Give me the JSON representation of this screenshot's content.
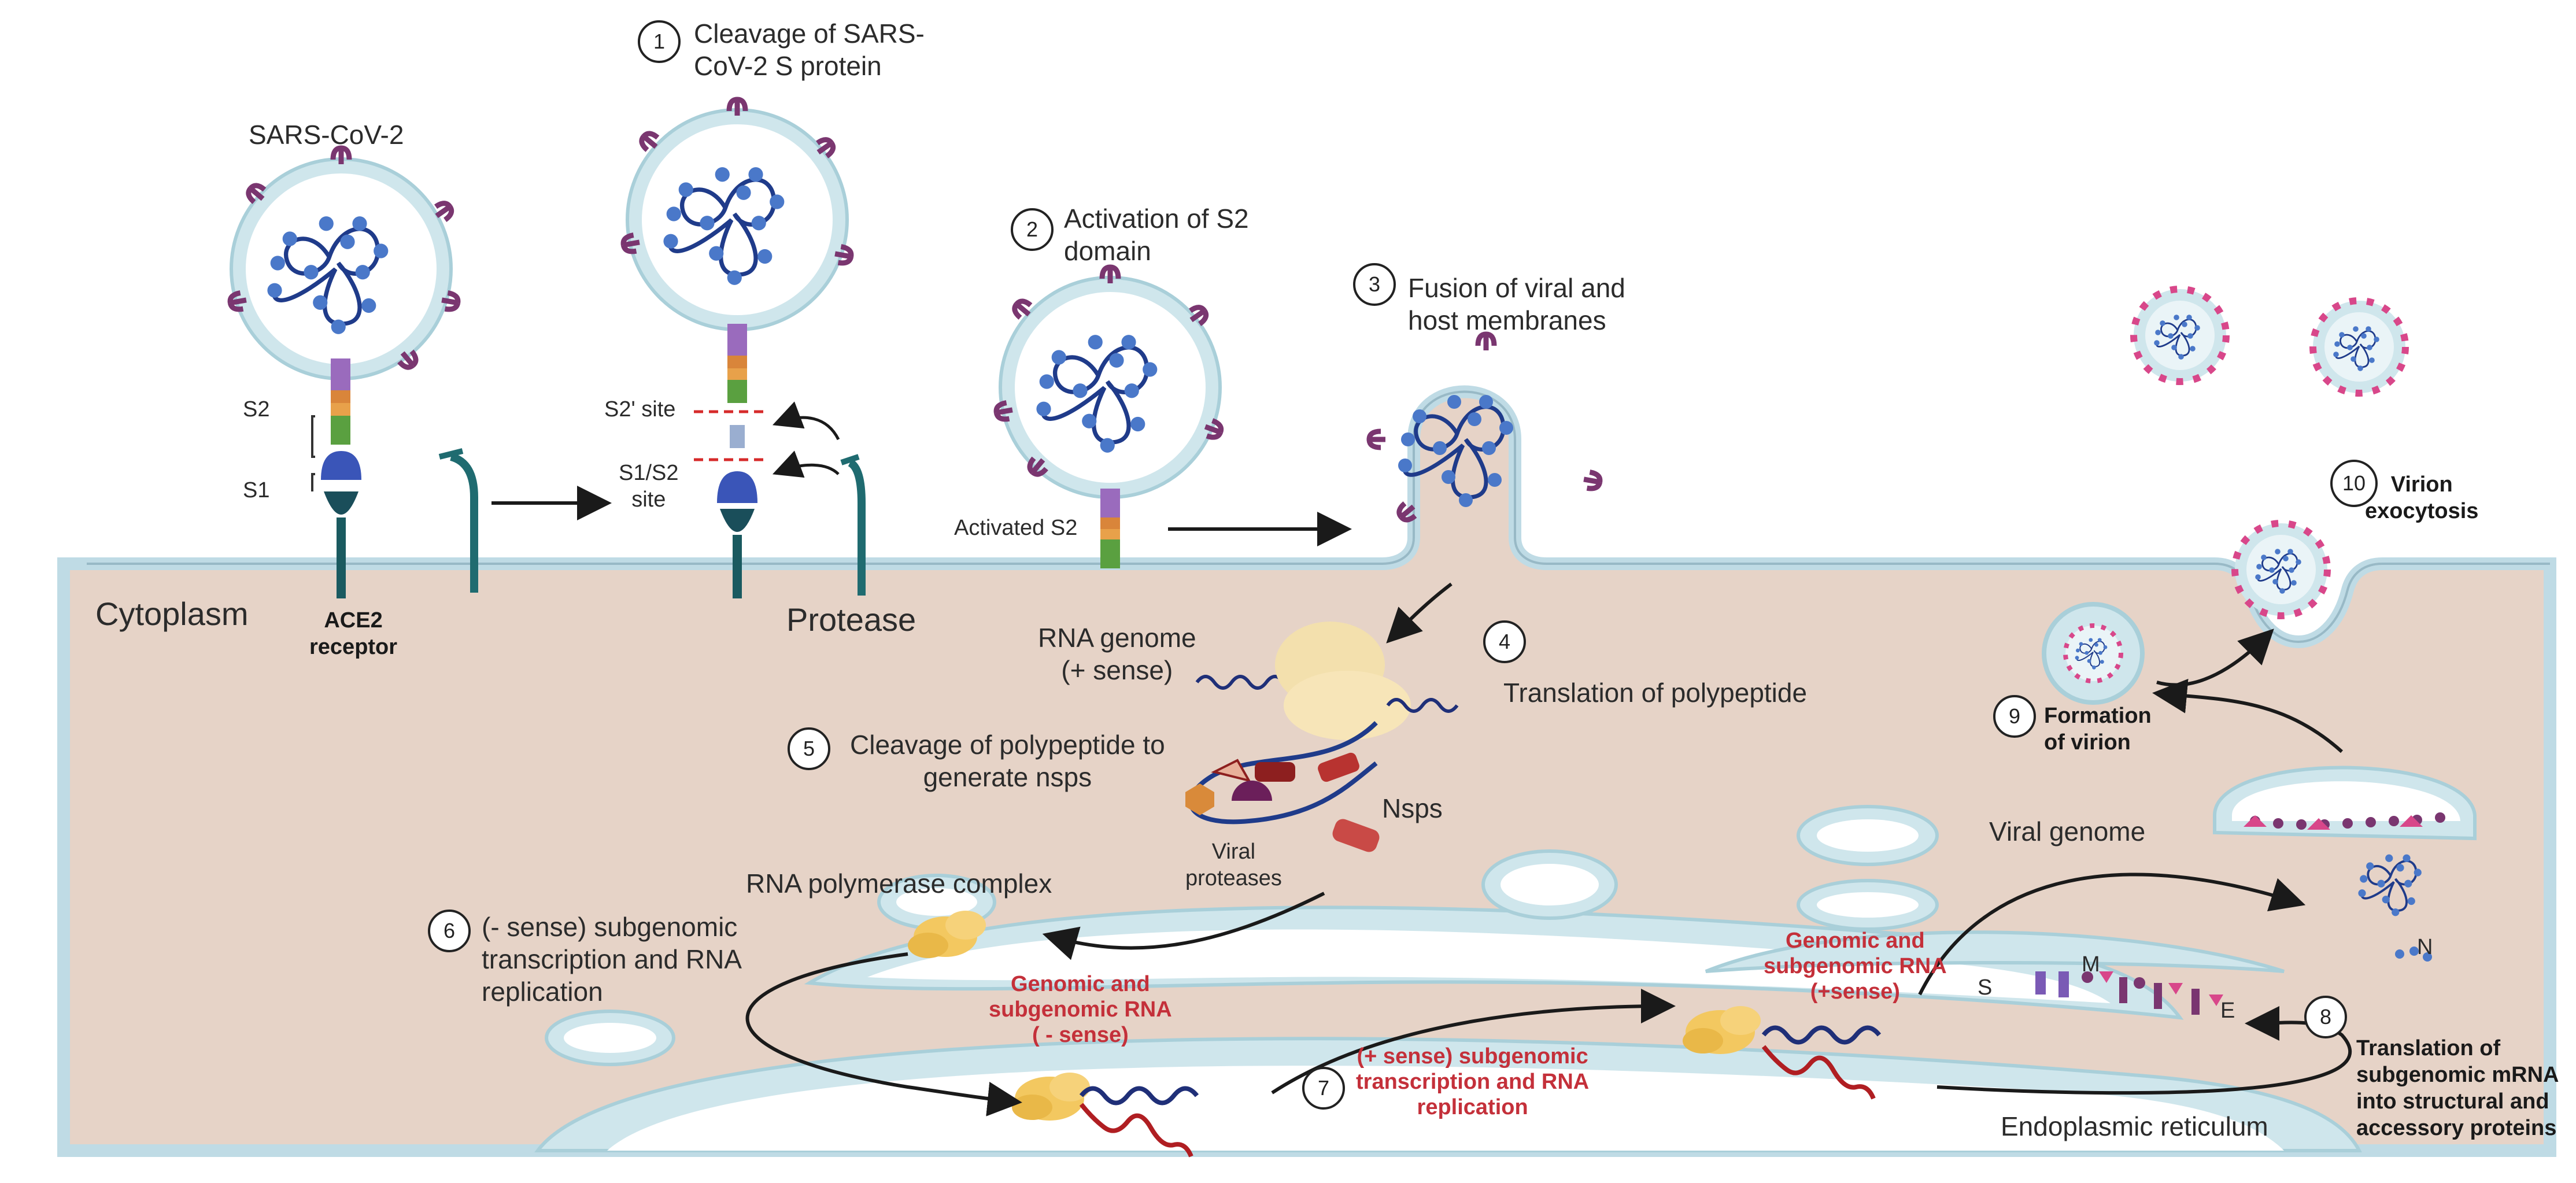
{
  "virus_label": "SARS-CoV-2",
  "labels": {
    "s2": "S2",
    "s1": "S1",
    "s2prime_site": "S2' site",
    "s1s2_site_l1": "S1/S2",
    "s1s2_site_l2": "site",
    "activated_s2": "Activated S2",
    "cytoplasm": "Cytoplasm",
    "ace2_l1": "ACE2",
    "ace2_l2": "receptor",
    "protease": "Protease",
    "rna_genome_l1": "RNA genome",
    "rna_genome_l2": "(+ sense)",
    "nsps": "Nsps",
    "viral_proteases_l1": "Viral",
    "viral_proteases_l2": "proteases",
    "rna_pol_complex": "RNA polymerase complex",
    "viral_genome": "Viral genome",
    "n": "N",
    "s": "S",
    "m": "M",
    "e": "E",
    "er": "Endoplasmic reticulum",
    "genomic_plus_l1": "Genomic and",
    "genomic_plus_l2": "subgenomic RNA",
    "genomic_plus_l3": "(+sense)",
    "genomic_minus_l1": "Genomic and",
    "genomic_minus_l2": "subgenomic RNA",
    "genomic_minus_l3": "( - sense)"
  },
  "steps": [
    {
      "num": "1",
      "l1": "Cleavage of SARS-",
      "l2": "CoV-2 S protein"
    },
    {
      "num": "2",
      "l1": "Activation of S2",
      "l2": "domain"
    },
    {
      "num": "3",
      "l1": "Fusion of viral and",
      "l2": "host membranes"
    },
    {
      "num": "4",
      "l1": "Translation of polypeptide",
      "l2": ""
    },
    {
      "num": "5",
      "l1": "Cleavage of polypeptide to",
      "l2": "generate nsps"
    },
    {
      "num": "6",
      "l1": "(- sense) subgenomic",
      "l2": "transcription and RNA",
      "l3": "replication"
    },
    {
      "num": "7",
      "l1": "(+ sense) subgenomic",
      "l2": "transcription and RNA",
      "l3": "replication"
    },
    {
      "num": "8",
      "l1": "Translation of",
      "l2": "subgenomic mRNA",
      "l3": "into structural and",
      "l4": "accessory proteins"
    },
    {
      "num": "9",
      "l1": "Formation",
      "l2": "of virion"
    },
    {
      "num": "10",
      "l1": "Virion",
      "l2": "exocytosis"
    }
  ],
  "colors": {
    "cytoplasm": "#e6d3c7",
    "membrane": "#c9e2ea",
    "virion_interior": "#ffffff",
    "rna_blue": "#1f2f78",
    "rna_red": "#b01e22",
    "ribosome": "#f3d68b",
    "spike": "#7a3670",
    "red_label": "#c4303a"
  }
}
